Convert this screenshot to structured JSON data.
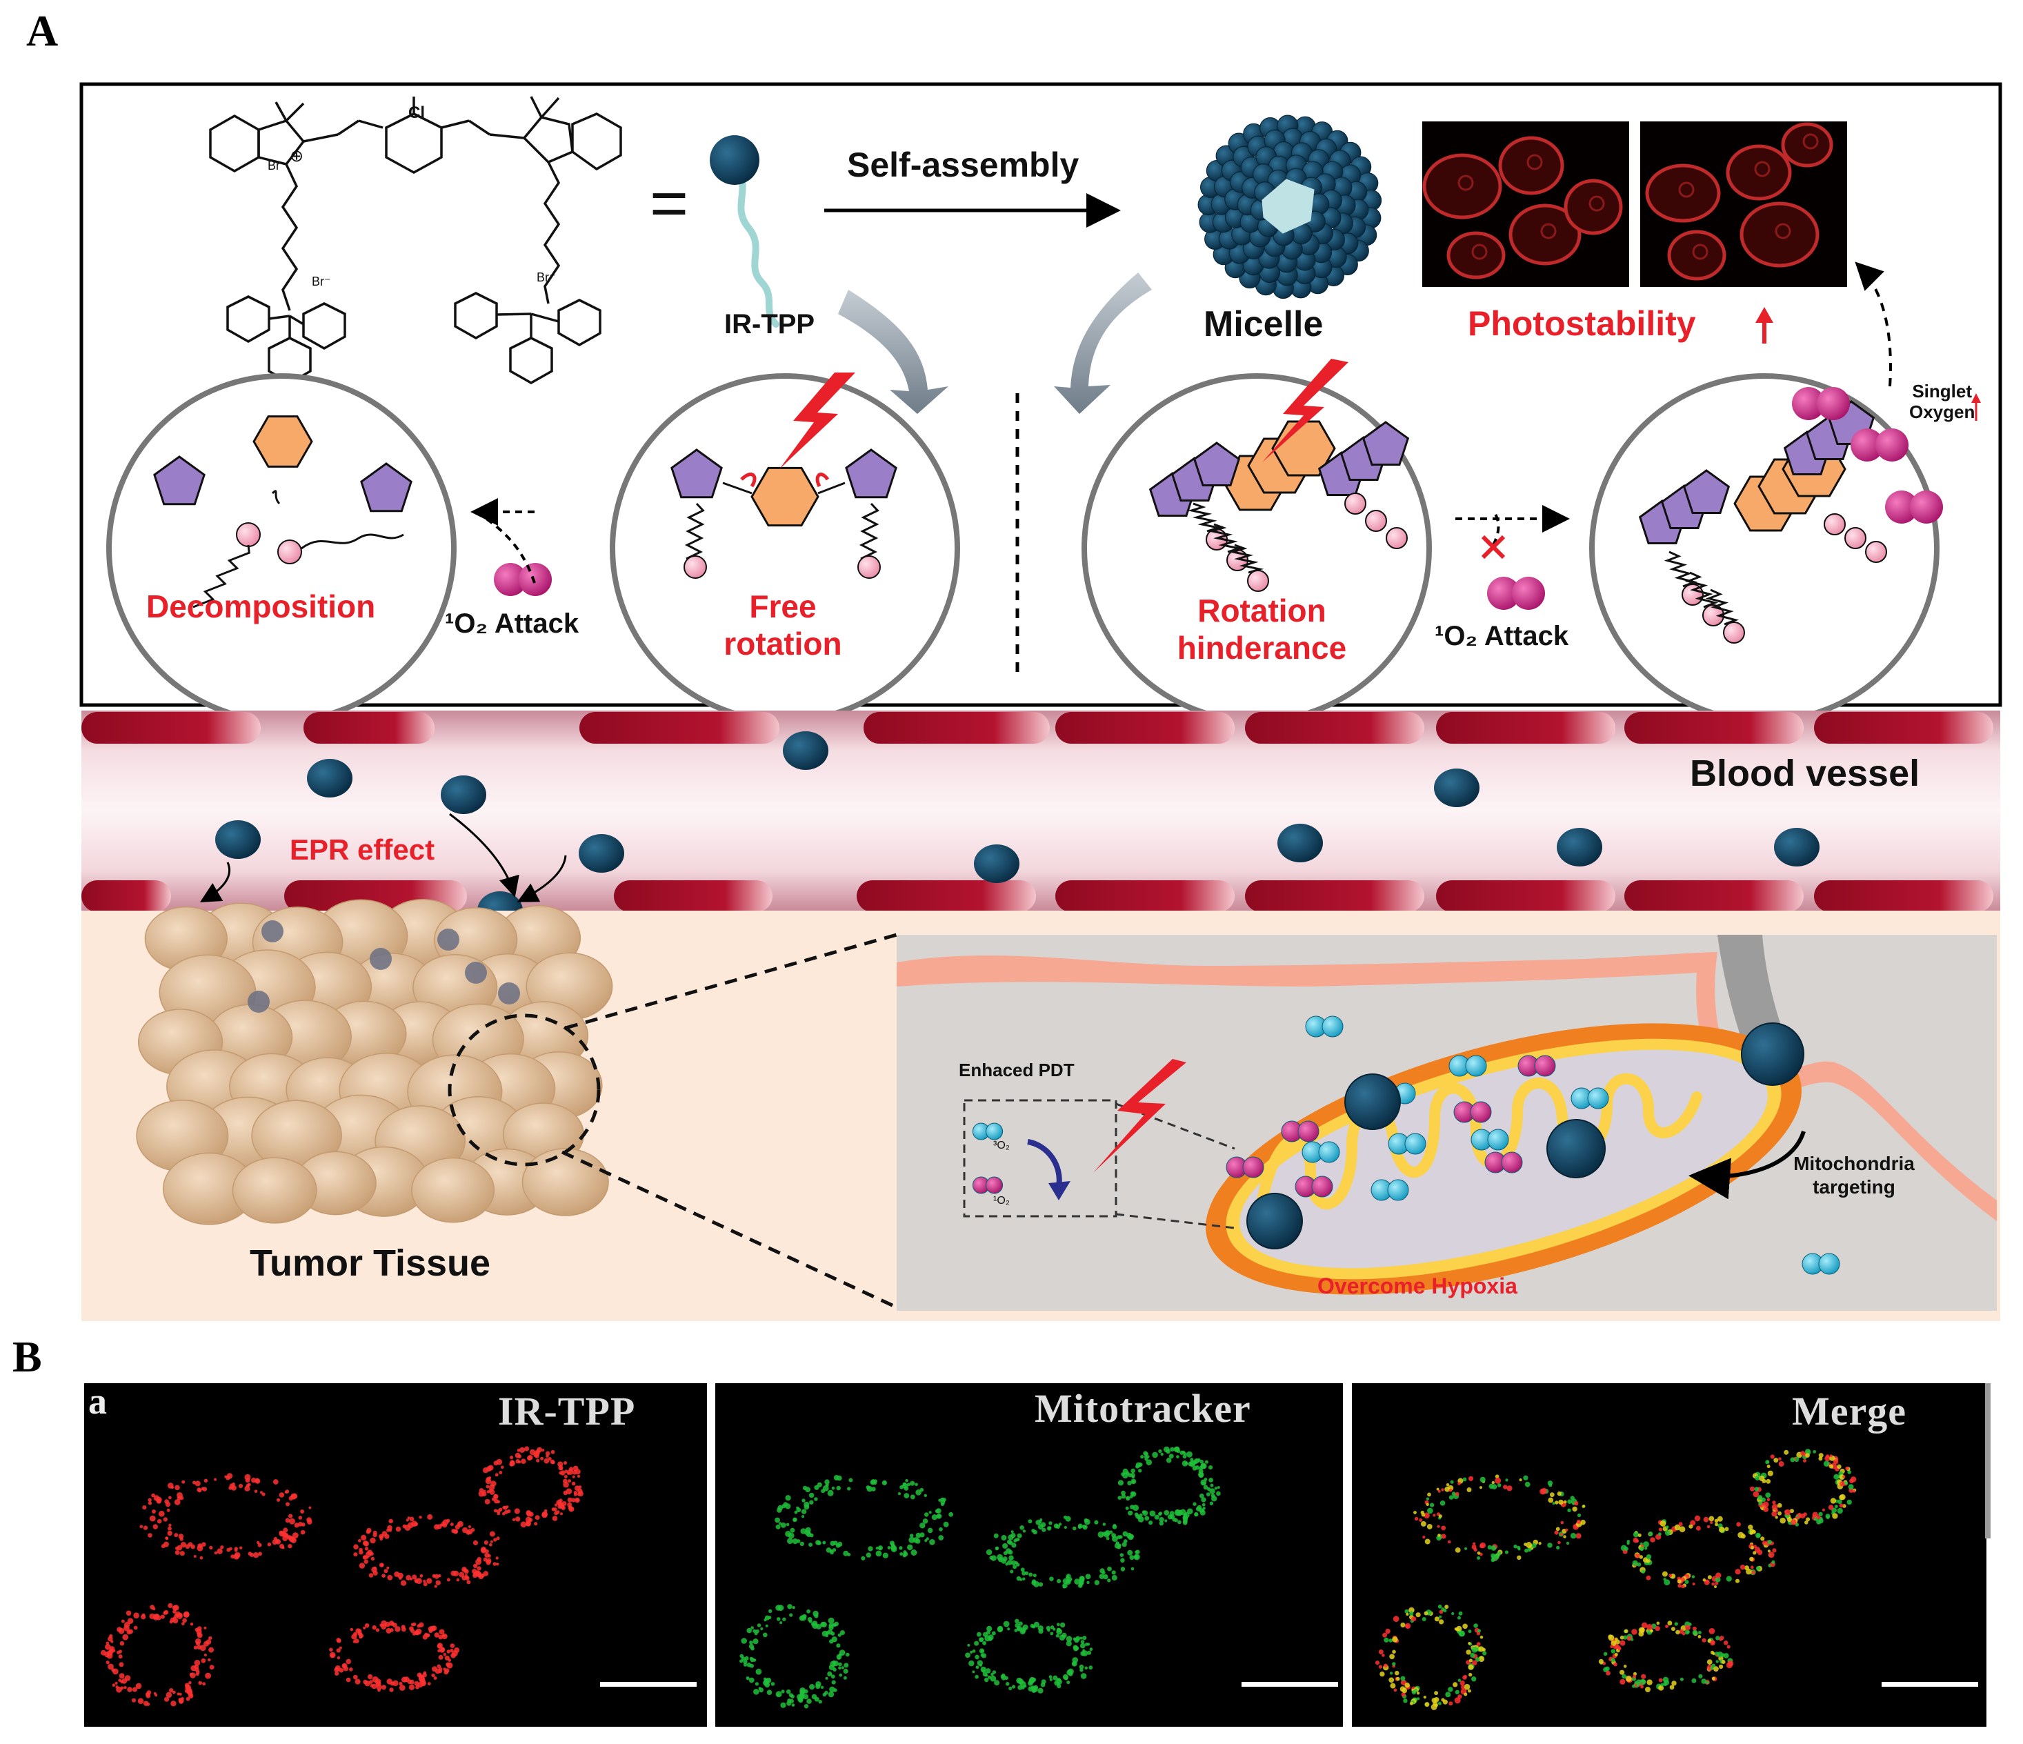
{
  "panel_a": {
    "letter": "A",
    "molecule": {
      "cl": "Cl",
      "br1": "Br⁻",
      "br2": "Br⁻",
      "br3": "Br⁻",
      "n_plus": "⊕"
    },
    "equals": "=",
    "ir_tpp_label": "IR-TPP",
    "self_assembly_label": "Self-assembly",
    "micelle_label": "Micelle",
    "photostability_label": "Photostability",
    "singlet_oxygen_label": "Singlet\nOxygen",
    "decomposition_label": "Decomposition",
    "free_rotation_label": "Free\nrotation",
    "rotation_hinderance_label": "Rotation\nhinderance",
    "o2_attack_left": "¹O₂ Attack",
    "o2_attack_right": "¹O₂ Attack",
    "blood_vessel_label": "Blood vessel",
    "epr_label": "EPR effect",
    "tumor_label": "Tumor Tissue",
    "enhanced_pdt_label": "Enhaced PDT",
    "o2_triplet": "³O₂",
    "o2_singlet": "¹O₂",
    "mito_targeting_label": "Mitochondria\ntargeting",
    "hypoxia_label": "Overcome Hypoxia"
  },
  "panel_b": {
    "letter": "B",
    "sub_letter": "a",
    "panels": [
      "IR-TPP",
      "Mitotracker",
      "Merge"
    ]
  },
  "colors": {
    "red_text": "#e8202a",
    "navy_particle": "#0d3a55",
    "vessel_red": "#a8102a",
    "tumor_tan": "#d9b48e",
    "cell_bg": "#d8d4d2",
    "mito_orange": "#f07f1f",
    "o2_cyan": "#22b8d8",
    "o2_magenta": "#c4237f",
    "pentagon_purple": "#9b7ec8",
    "hexagon_orange": "#f7a96a",
    "pink_bead": "#f6a8bd"
  }
}
